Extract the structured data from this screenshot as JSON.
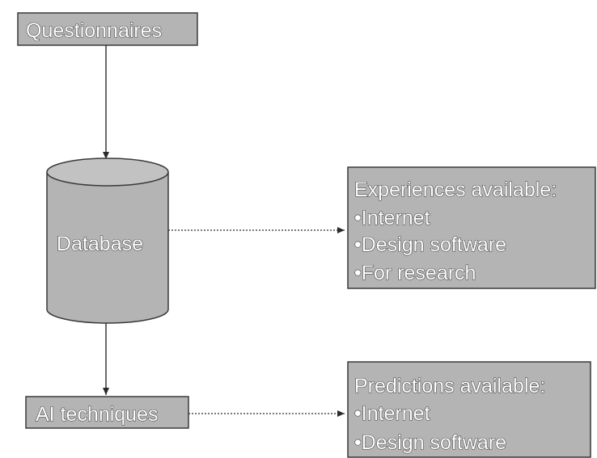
{
  "nodes": {
    "questionnaires": {
      "label": "Questionnaires"
    },
    "database": {
      "label": "Database"
    },
    "ai_techniques": {
      "label": "AI techniques"
    },
    "experiences": {
      "title": "Experiences available:",
      "items": [
        "•Internet",
        "•Design software",
        "•For research"
      ]
    },
    "predictions": {
      "title": "Predictions available:",
      "items": [
        "•Internet",
        "•Design software"
      ]
    }
  },
  "colors": {
    "box_fill": "#b4b4b4",
    "text_fill": "#ffffff",
    "line": "#2a2a2a"
  }
}
